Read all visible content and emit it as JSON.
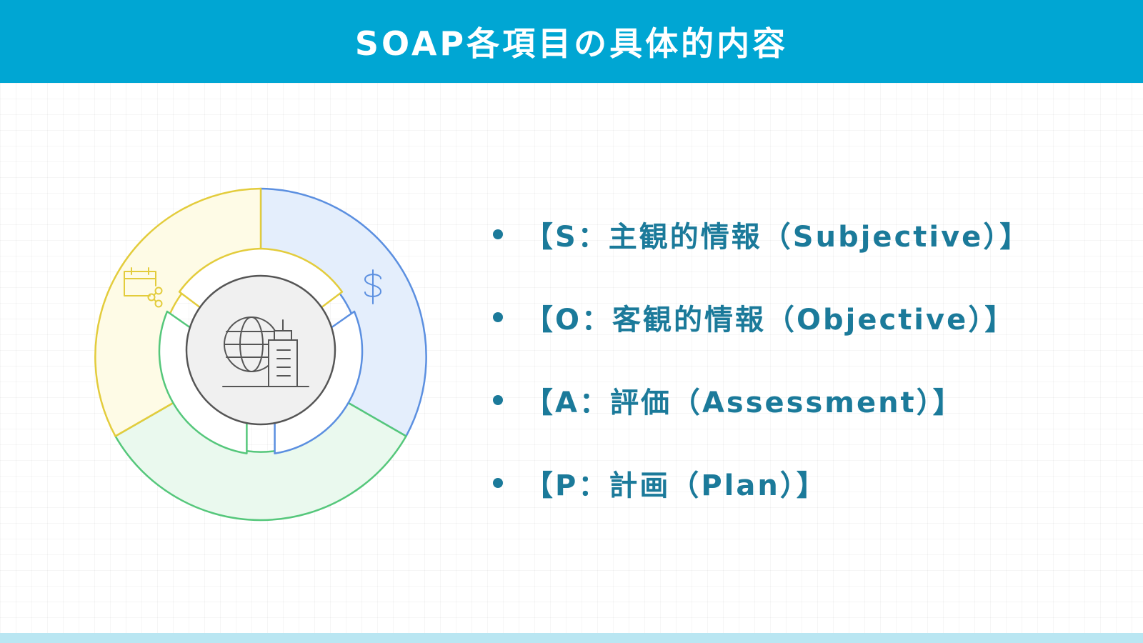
{
  "header": {
    "title": "SOAP各項目の具体的内容"
  },
  "diagram": {
    "center_icon": "globe-building-icon",
    "segments": [
      {
        "name": "blue-segment",
        "icon": "dollar-icon",
        "fill": "#e4eefc",
        "stroke": "#5b8fe0"
      },
      {
        "name": "green-segment",
        "icon": "none",
        "fill": "#eaf9ee",
        "stroke": "#55c77b"
      },
      {
        "name": "yellow-segment",
        "icon": "calendar-share-icon",
        "fill": "#fefbe6",
        "stroke": "#e3cc3c"
      }
    ],
    "hub": {
      "fill": "#f0f0f0",
      "stroke": "#555555"
    }
  },
  "items": [
    {
      "label": "【S：主観的情報（Subjective）】"
    },
    {
      "label": "【O：客観的情報（Objective）】"
    },
    {
      "label": "【A：評価（Assessment）】"
    },
    {
      "label": "【P：計画（Plan）】"
    }
  ],
  "colors": {
    "header_bg": "#00a6d3",
    "header_text": "#ffffff",
    "item_text": "#1b7a9a",
    "bottom_strip": "#b9e6f2"
  }
}
